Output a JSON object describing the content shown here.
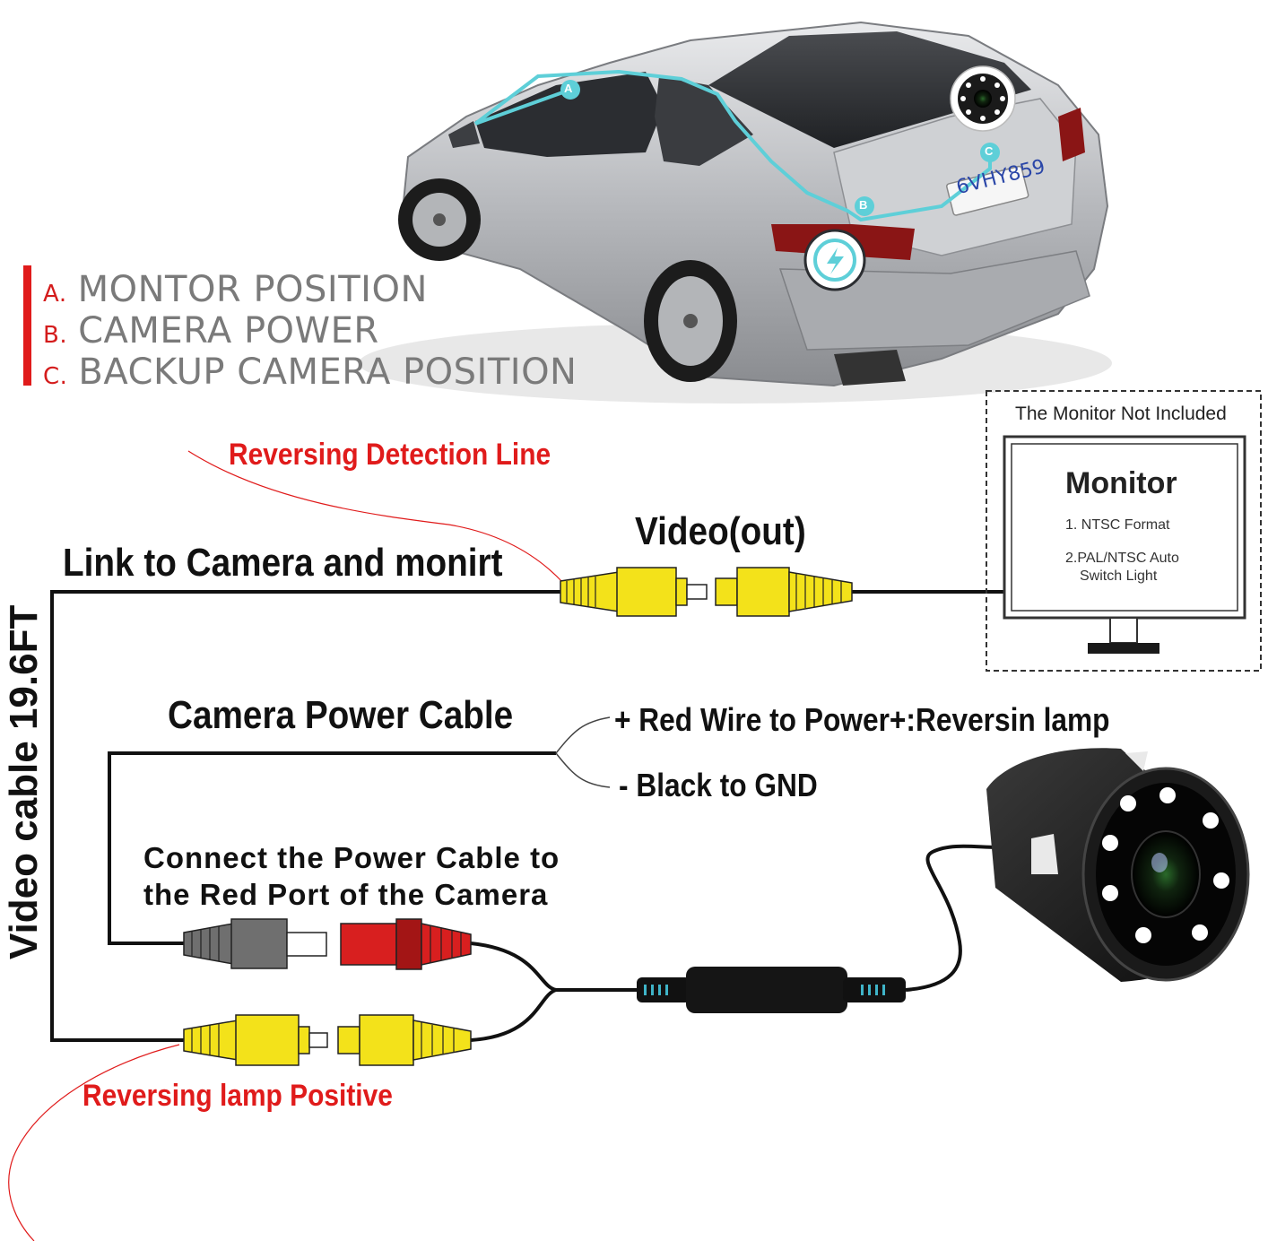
{
  "legend": {
    "items": [
      {
        "letter": "A.",
        "text": "MONTOR POSITION"
      },
      {
        "letter": "B.",
        "text": "CAMERA POWER"
      },
      {
        "letter": "C.",
        "text": "BACKUP CAMERA POSITION"
      }
    ]
  },
  "car": {
    "markers": [
      "A",
      "B",
      "C"
    ],
    "plate": "6VHY859"
  },
  "labels": {
    "reversing_detection_line": "Reversing Detection Line",
    "video_out": "Video(out)",
    "link_to_camera": "Link to Camera and monirt",
    "camera_power_cable": "Camera Power Cable",
    "red_wire": "+ Red Wire to Power+:Reversin lamp",
    "black_wire": "- Black to GND",
    "connect_line1": "Connect the Power Cable to",
    "connect_line2": "the Red Port of the Camera",
    "reversing_lamp_positive": "Reversing lamp Positive",
    "video_cable": "Video cable 19.6FT"
  },
  "monitor": {
    "note": "The Monitor Not Included",
    "title": "Monitor",
    "spec1": "1. NTSC Format",
    "spec2_line1": "2.PAL/NTSC Auto",
    "spec2_line2": "Switch Light"
  },
  "colors": {
    "accent_red": "#e01b1b",
    "cyan_route": "#5ecfd8",
    "rca_yellow": "#f3e21a",
    "rca_red": "#d81f1f",
    "rca_gray": "#6f6f6f"
  }
}
